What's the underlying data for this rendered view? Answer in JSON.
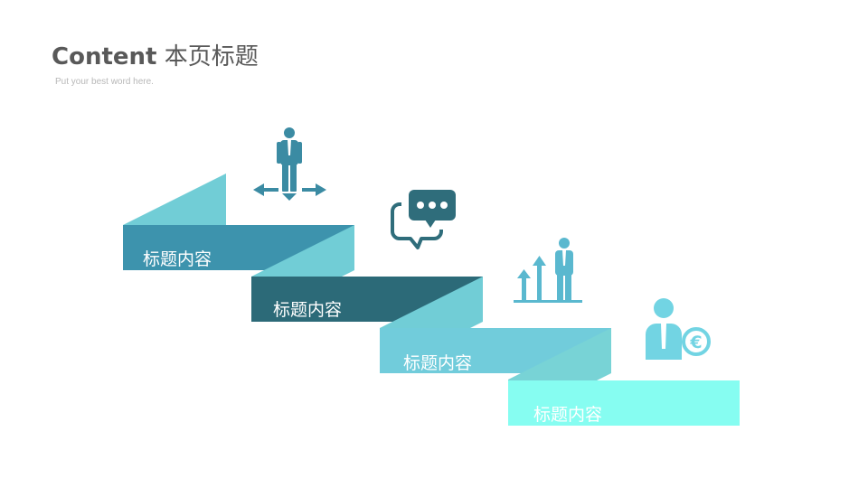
{
  "header": {
    "title_en": "Content",
    "title_cn": "本页标题",
    "subtitle": "Put your best word here."
  },
  "steps": [
    {
      "label": "标题内容",
      "color": "#3d93ad",
      "fold_color": "#71cdd6",
      "icon": "person-directions-icon"
    },
    {
      "label": "标题内容",
      "color": "#2c6a78",
      "fold_color": "#71cdd6",
      "icon": "chat-bubbles-icon"
    },
    {
      "label": "标题内容",
      "color": "#71ccdb",
      "fold_color": "#78d3d6",
      "icon": "growth-person-icon"
    },
    {
      "label": "标题内容",
      "color": "#86fdf1",
      "fold_color": "#74d2d6",
      "icon": "euro-person-icon"
    }
  ],
  "colors": {
    "icon_dark": "#3b8ba3",
    "icon_mid": "#2f6d7b",
    "icon_light": "#5ab8cf",
    "icon_cyan": "#72d4e3"
  }
}
